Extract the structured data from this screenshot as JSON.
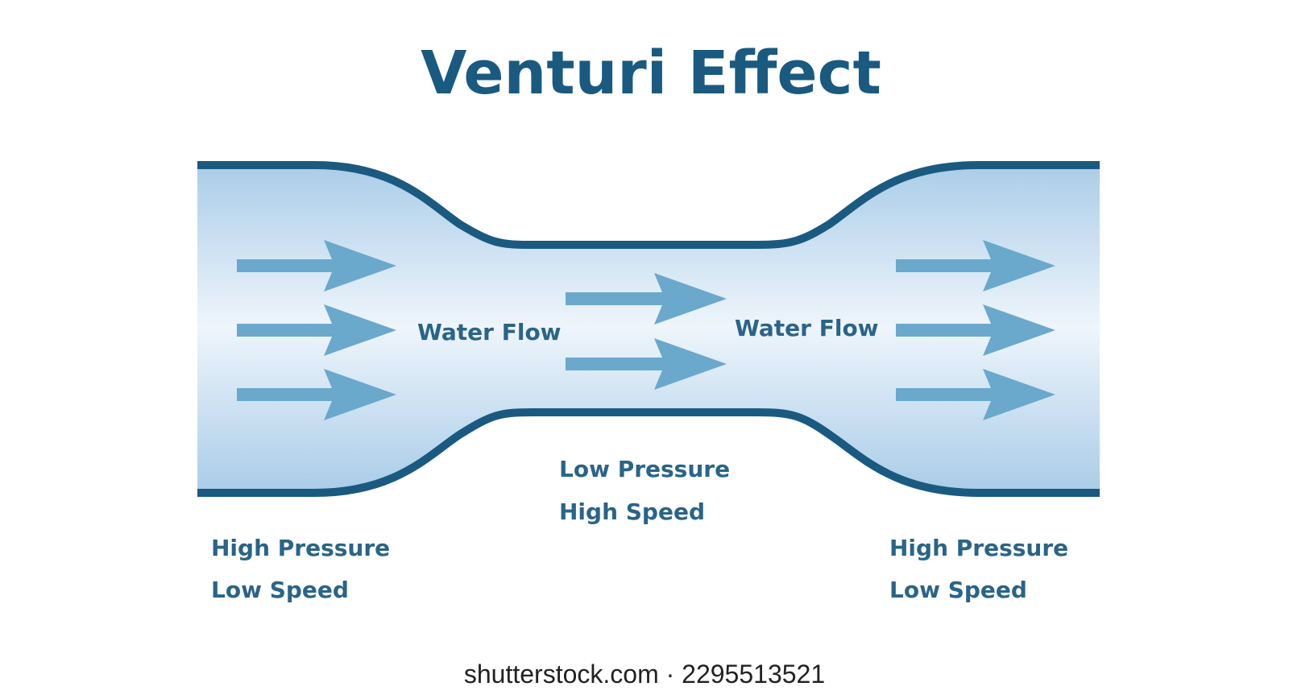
{
  "title": "Venturi Effect",
  "colors": {
    "title": "#1a5a80",
    "pipe_wall": "#1a5a80",
    "label": "#2a6488",
    "arrow": "#6aa8cc",
    "fluid_light": "#eef5fb",
    "fluid_dark": "#a9cce8",
    "watermark": "#222222"
  },
  "flow_labels": [
    "Water Flow",
    "Water Flow"
  ],
  "regions": {
    "inlet": {
      "pressure": "High Pressure",
      "speed": "Low Speed"
    },
    "throat": {
      "pressure": "Low Pressure",
      "speed": "High Speed"
    },
    "outlet": {
      "pressure": "High Pressure",
      "speed": "Low Speed"
    }
  },
  "arrows": {
    "inlet_count": 3,
    "throat_count": 2,
    "outlet_count": 3,
    "icon": "right-arrow-icon"
  },
  "watermark": "shutterstock.com · 2295513521"
}
